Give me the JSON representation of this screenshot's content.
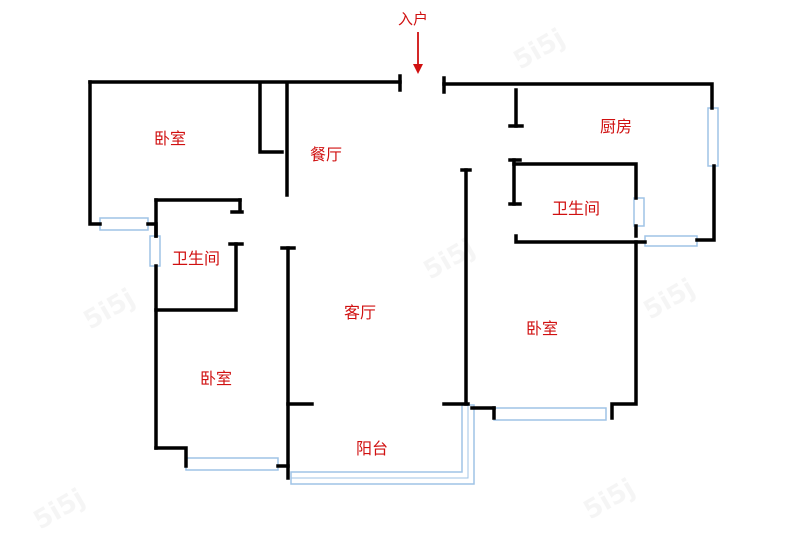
{
  "labels": {
    "entrance": "入户",
    "bedroom_nw": "卧室",
    "dining": "餐厅",
    "kitchen": "厨房",
    "bathroom_w": "卫生间",
    "bathroom_e": "卫生间",
    "living": "客厅",
    "bedroom_sw": "卧室",
    "bedroom_e": "卧室",
    "balcony": "阳台"
  },
  "colors": {
    "wall": "#000000",
    "window": "#9fc3e6",
    "label": "#d01010"
  }
}
